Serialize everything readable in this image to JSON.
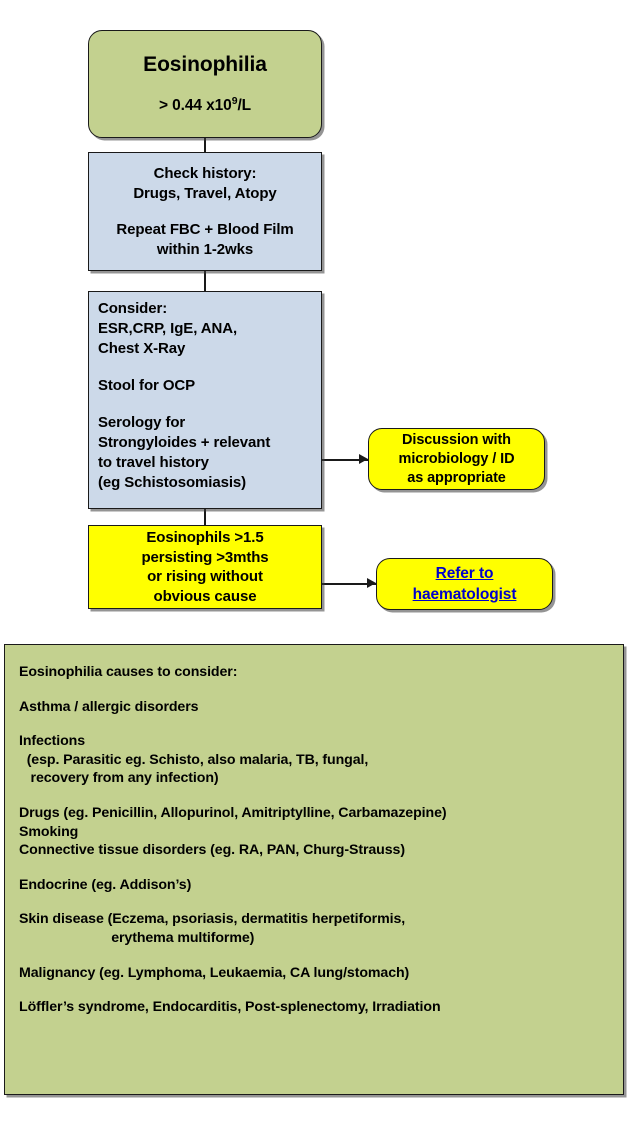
{
  "colors": {
    "green": "#c3d18f",
    "blue": "#ccd9e9",
    "yellow": "#ffff00",
    "border": "#1a1a1a",
    "link": "#0000cc"
  },
  "flowchart": {
    "start": {
      "title": "Eosinophilia",
      "threshold_prefix": "> 0.44 x10",
      "threshold_sup": "9",
      "threshold_suffix": "/L"
    },
    "check_history": {
      "line1": "Check history:",
      "line2": "Drugs, Travel, Atopy",
      "line3": "Repeat FBC + Blood Film",
      "line4": "within 1-2wks"
    },
    "consider": {
      "para1_line1": "Consider:",
      "para1_line2": "ESR,CRP, IgE, ANA,",
      "para1_line3": "Chest X-Ray",
      "para2_line1": "Stool for OCP",
      "para3_line1": "Serology for",
      "para3_line2": "Strongyloides + relevant",
      "para3_line3": "to travel history",
      "para3_line4": "(eg Schistosomiasis)"
    },
    "discussion": {
      "line1": "Discussion with",
      "line2": "microbiology / ID",
      "line3": "as appropriate"
    },
    "eos_threshold": {
      "line1": "Eosinophils >1.5",
      "line2": "persisting >3mths",
      "line3": "or rising without",
      "line4": "obvious cause"
    },
    "refer": {
      "line1": "Refer to",
      "line2": "haematologist"
    }
  },
  "causes": {
    "heading": "Eosinophilia causes to consider:",
    "block_asthma": "Asthma / allergic disorders",
    "block_infections": "Infections\n  (esp. Parasitic eg. Schisto, also malaria, TB, fungal,\n   recovery from any infection)",
    "block_drugs": "Drugs (eg. Penicillin, Allopurinol, Amitriptylline, Carbamazepine)\nSmoking\nConnective tissue disorders (eg. RA, PAN, Churg-Strauss)",
    "block_endocrine": "Endocrine (eg. Addison’s)",
    "block_skin": "Skin disease (Eczema, psoriasis, dermatitis herpetiformis,\n                        erythema multiforme)",
    "block_malignancy": "Malignancy (eg. Lymphoma, Leukaemia, CA lung/stomach)",
    "block_other": "Löffler’s syndrome, Endocarditis, Post-splenectomy, Irradiation"
  }
}
